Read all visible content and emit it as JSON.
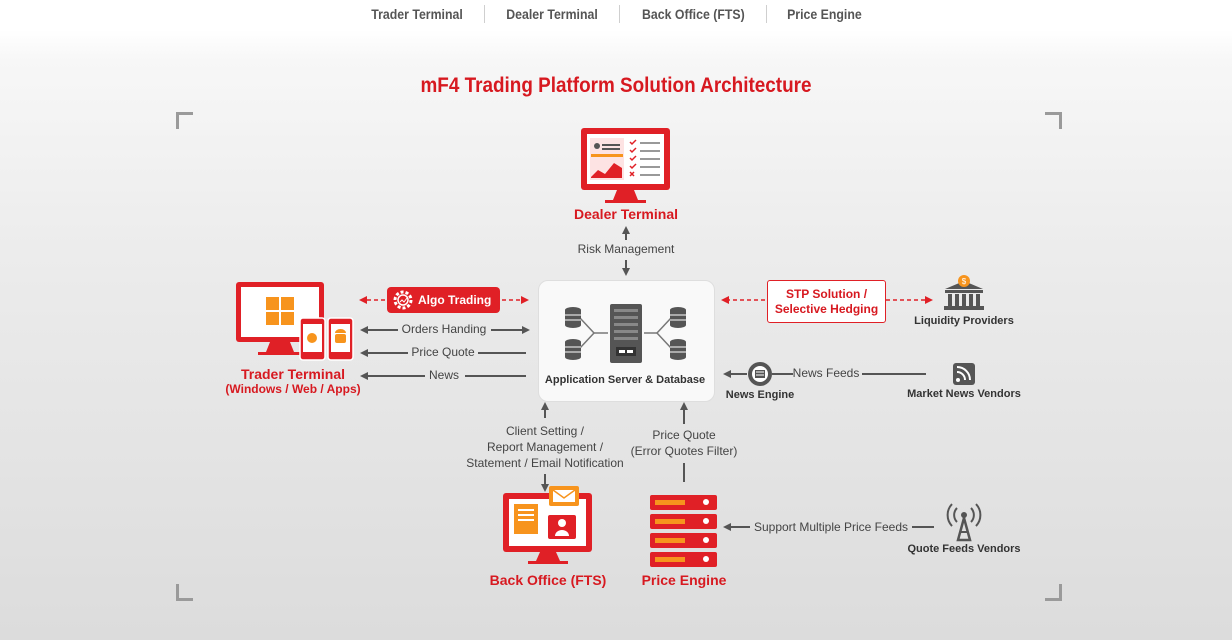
{
  "nav": {
    "items": [
      "Trader Terminal",
      "Dealer Terminal",
      "Back Office (FTS)",
      "Price Engine"
    ]
  },
  "diagram": {
    "title": "mF4 Trading Platform Solution Architecture",
    "nodes": {
      "dealer_terminal": "Dealer Terminal",
      "trader_terminal": "Trader Terminal",
      "trader_terminal_sub": "(Windows / Web / Apps)",
      "app_server": "Application Server & Database",
      "liquidity_providers": "Liquidity Providers",
      "news_engine": "News Engine",
      "market_news_vendors": "Market News Vendors",
      "back_office": "Back Office (FTS)",
      "price_engine": "Price Engine",
      "quote_feeds_vendors": "Quote Feeds Vendors"
    },
    "edges": {
      "risk_management": "Risk Management",
      "algo_trading": "Algo Trading",
      "orders_handing": "Orders Handing",
      "price_quote": "Price Quote",
      "news": "News",
      "stp_line1": "STP Solution /",
      "stp_line2": "Selective Hedging",
      "news_feeds": "News Feeds",
      "client_setting_1": "Client Setting /",
      "client_setting_2": "Report Management /",
      "client_setting_3": "Statement / Email Notification",
      "price_quote_filter_1": "Price Quote",
      "price_quote_filter_2": "(Error Quotes Filter)",
      "support_price_feeds": "Support Multiple Price Feeds"
    }
  },
  "colors": {
    "accent": "#d71920",
    "dark": "#555555",
    "orange": "#f7941d"
  }
}
